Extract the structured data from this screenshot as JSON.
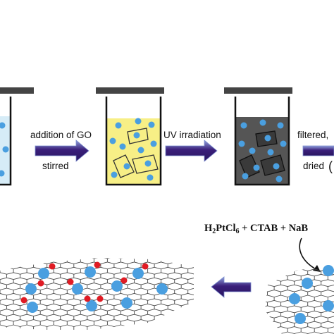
{
  "process": {
    "step1_label_top": "addition of GO",
    "step1_label_bottom": "stirred",
    "step2_label_top": "UV irradiation",
    "step3_label_top": "filtered,",
    "step3_label_bottom": "dried"
  },
  "reaction": {
    "reagent_prefix": "H",
    "reagent_sub1": "2",
    "reagent_mid": "PtCl",
    "reagent_sub2": "6",
    "reagent_rest": " + CTAB + NaB"
  },
  "colors": {
    "arrow_fill": "#3a1f7a",
    "arrow_edge": "#7d8fd0",
    "solution_blue": "#d6ecf7",
    "solution_yellow": "#f7ef86",
    "solution_dark": "#555555",
    "particle_blue": "#4a9fe0",
    "particle_red": "#e01b24",
    "graphene_line": "#4a4a4a"
  },
  "icons": [
    "beaker-icon",
    "right-arrow-icon",
    "left-arrow-icon",
    "curved-arrow-icon",
    "graphene-sheet-icon"
  ]
}
